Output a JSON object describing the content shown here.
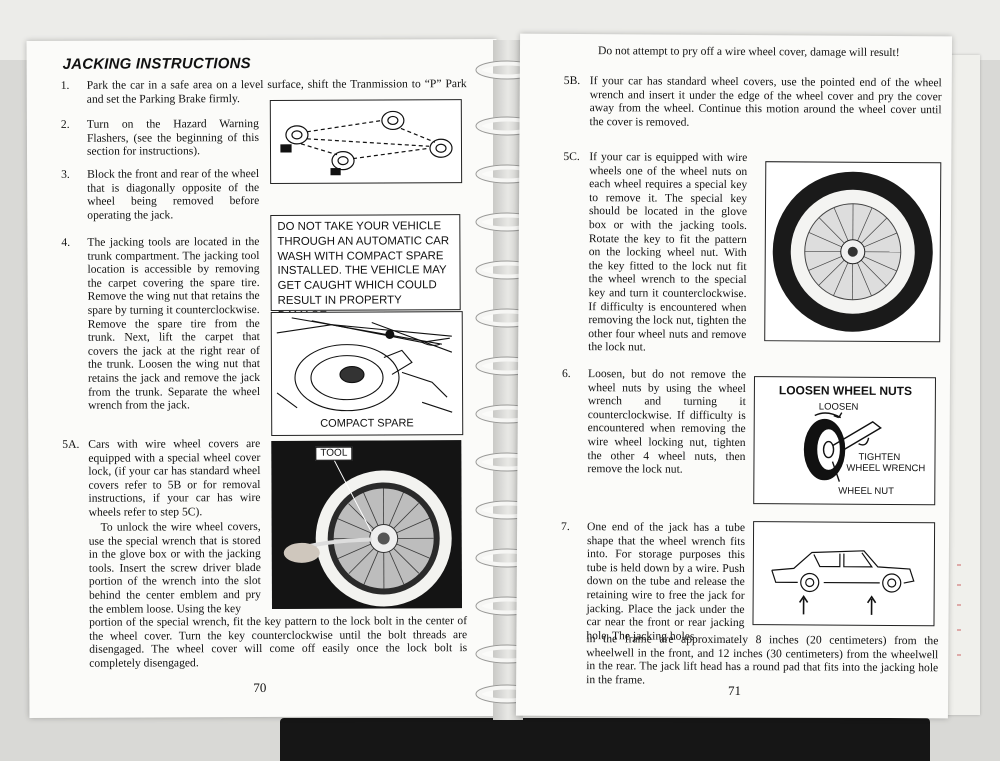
{
  "left_page": {
    "title": "JACKING INSTRUCTIONS",
    "page_number": "70",
    "steps": [
      {
        "num": "1.",
        "text": "Park the car in a safe area on a level surface, shift the Tranmission to “P” Park and set the Parking Brake firmly."
      },
      {
        "num": "2.",
        "text": "Turn on the Hazard Warning Flashers, (see the beginning of this section for instructions)."
      },
      {
        "num": "3.",
        "text": "Block the front and rear of the wheel that is diagonally opposite of the wheel being removed before operating the jack."
      },
      {
        "num": "4.",
        "text": "The jacking tools are located in the trunk compartment. The jacking tool location is accessible by removing the carpet covering the spare tire. Remove the wing nut that retains the spare by turning it counterclockwise. Remove the spare tire from the trunk. Next, lift the carpet that covers the jack at the right rear of the trunk. Loosen the wing nut that retains the jack and remove the jack from the trunk. Separate the wheel wrench from the jack."
      },
      {
        "num": "5A.",
        "text": "Cars with wire wheel covers are equipped with a special wheel cover lock, (if your car has standard wheel covers refer to 5B or for removal instructions, if your car has wire wheels refer to step 5C)."
      }
    ],
    "step5a_para2": "To unlock the wire wheel covers, use the special wrench that is stored in the glove box or with the jacking tools. Insert the screw driver blade portion of the wrench into the slot behind the center emblem and pry the emblem loose. Using the key",
    "step5a_para2_cont": "portion of the special wrench, fit the key pattern to the lock bolt in the center of the wheel cover. Turn the key counterclockwise until the bolt threads are disengaged. The wheel cover will come off easily once the lock bolt is completely disengaged.",
    "warning": "DO NOT TAKE YOUR VEHICLE THROUGH AN AUTOMATIC CAR WASH WITH COMPACT SPARE INSTALLED. THE VEHICLE MAY GET CAUGHT WHICH COULD RESULT IN PROPERTY DAMAGE.",
    "spare_caption": "COMPACT SPARE",
    "tool_label": "TOOL"
  },
  "right_page": {
    "page_number": "71",
    "intro": "Do not attempt to pry off a wire wheel cover, damage will result!",
    "steps": [
      {
        "num": "5B.",
        "text": "If your car has standard wheel covers, use the pointed end of the wheel wrench and insert it under the edge of the wheel cover and pry the cover away from the wheel. Continue this motion around the wheel cover until the cover is removed."
      },
      {
        "num": "5C.",
        "text": "If your car is equipped with wire wheels one of the wheel nuts on each wheel requires a special key to remove it. The special key should be located in the glove box or with the jacking tools. Rotate the key to fit the pattern on the locking wheel nut. With the key fitted to the lock nut fit the wheel wrench to the special key and turn it counterclockwise. If difficulty is encountered when removing the lock nut, tighten the other four wheel nuts and remove the lock nut."
      },
      {
        "num": "6.",
        "text": "Loosen, but do not remove the wheel nuts by using the wheel wrench and turning it counterclockwise. If difficulty is encountered when removing the wire wheel locking nut, tighten the other 4 wheel nuts, then remove the lock nut."
      },
      {
        "num": "7.",
        "text": "One end of the jack has a tube shape that the wheel wrench fits into. For storage purposes this tube is held down by a wire. Push down on the tube and release the retaining wire to free the jack for jacking. Place the jack under the car near the front or rear jacking hole. The jacking holes"
      }
    ],
    "step7_cont": "in the frame are approximately 8 inches (20 centimeters) from the wheelwell in the front, and 12 inches (30 centimeters) from the wheelwell in the rear. The jack lift head has a round pad that fits into the jacking hole in the frame.",
    "loosen_fig": {
      "title": "LOOSEN WHEEL NUTS",
      "loosen": "LOOSEN",
      "tighten": "TIGHTEN",
      "wheel_wrench": "WHEEL WRENCH",
      "wheel_nut": "WHEEL NUT"
    }
  },
  "colors": {
    "paper": "#fbfbf9",
    "ink": "#111111",
    "spiral": "#f4f4f2",
    "base": "#161616"
  }
}
